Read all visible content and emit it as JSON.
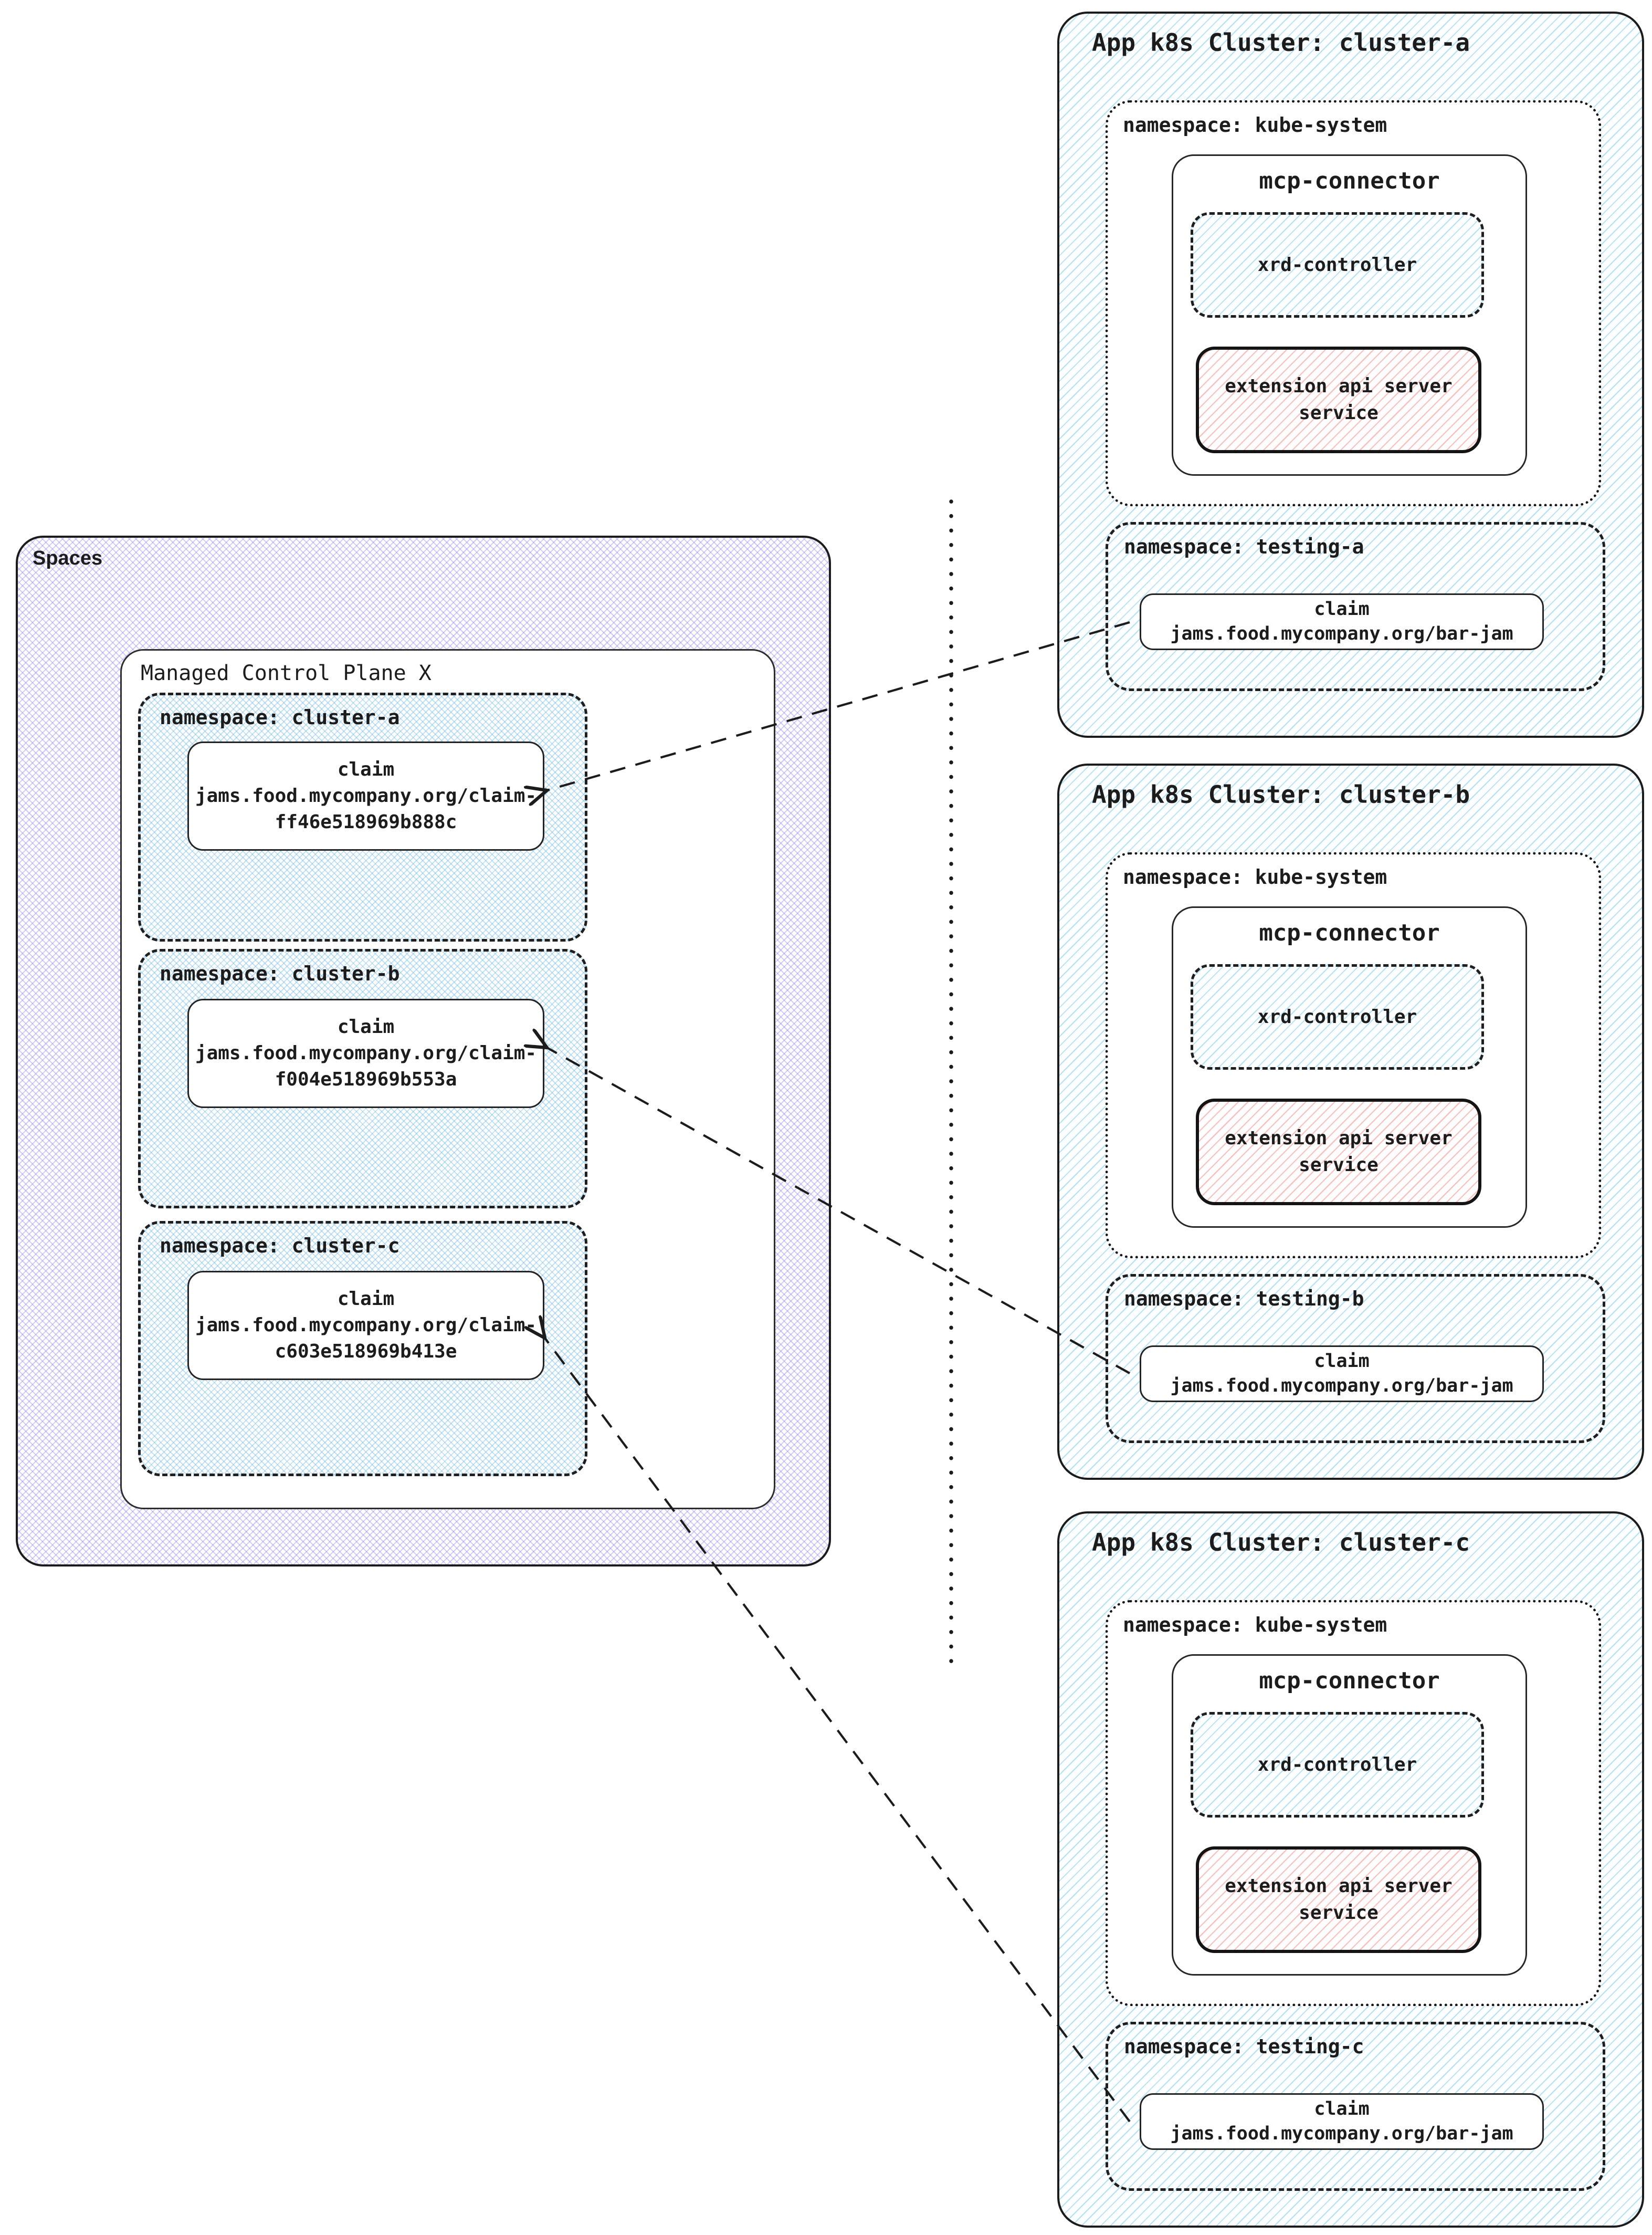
{
  "colors": {
    "ink": "#1c1c1c",
    "purple_hatch": "#8a73eb",
    "blue_hatch": "#6cc3e8",
    "red_hatch": "#ee8078",
    "box_bg": "#ffffff"
  },
  "spaces": {
    "label": "Spaces",
    "control_plane": {
      "label": "Managed Control Plane X",
      "namespaces": [
        {
          "label": "namespace: cluster-a",
          "claim": {
            "line1": "claim",
            "line2": "jams.food.mycompany.org/claim-",
            "line3": "ff46e518969b888c"
          }
        },
        {
          "label": "namespace: cluster-b",
          "claim": {
            "line1": "claim",
            "line2": "jams.food.mycompany.org/claim-",
            "line3": "f004e518969b553a"
          }
        },
        {
          "label": "namespace: cluster-c",
          "claim": {
            "line1": "claim",
            "line2": "jams.food.mycompany.org/claim-",
            "line3": "c603e518969b413e"
          }
        }
      ]
    }
  },
  "clusters": [
    {
      "label": "App k8s Cluster: cluster-a",
      "kube_system": {
        "label": "namespace: kube-system",
        "mcp_connector": {
          "label": "mcp-connector",
          "xrd_controller": {
            "label": "xrd-controller"
          },
          "extension_api": {
            "line1": "extension api server",
            "line2": "service"
          }
        }
      },
      "testing": {
        "label": "namespace: testing-a",
        "claim": {
          "line1": "claim",
          "line2": "jams.food.mycompany.org/bar-jam"
        }
      }
    },
    {
      "label": "App k8s Cluster: cluster-b",
      "kube_system": {
        "label": "namespace: kube-system",
        "mcp_connector": {
          "label": "mcp-connector",
          "xrd_controller": {
            "label": "xrd-controller"
          },
          "extension_api": {
            "line1": "extension api server",
            "line2": "service"
          }
        }
      },
      "testing": {
        "label": "namespace: testing-b",
        "claim": {
          "line1": "claim",
          "line2": "jams.food.mycompany.org/bar-jam"
        }
      }
    },
    {
      "label": "App k8s Cluster: cluster-c",
      "kube_system": {
        "label": "namespace: kube-system",
        "mcp_connector": {
          "label": "mcp-connector",
          "xrd_controller": {
            "label": "xrd-controller"
          },
          "extension_api": {
            "line1": "extension api server",
            "line2": "service"
          }
        }
      },
      "testing": {
        "label": "namespace: testing-c",
        "claim": {
          "line1": "claim",
          "line2": "jams.food.mycompany.org/bar-jam"
        }
      }
    }
  ]
}
